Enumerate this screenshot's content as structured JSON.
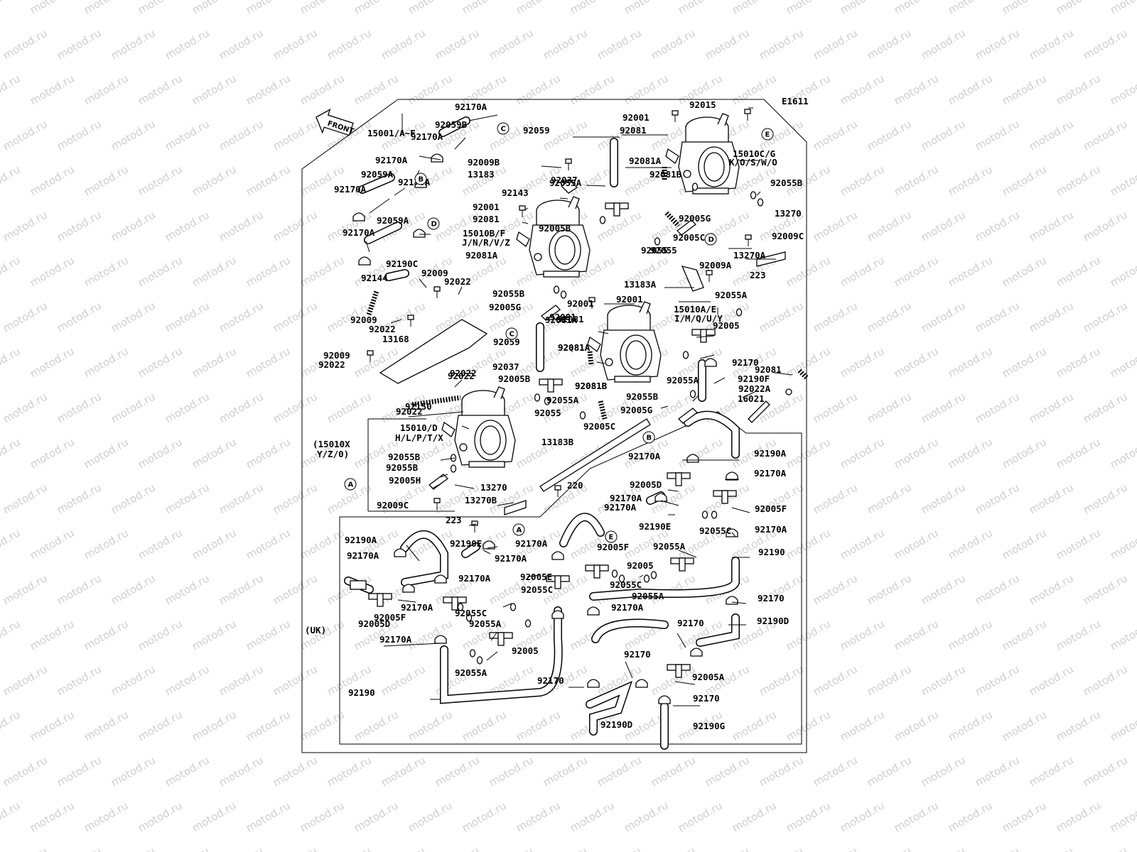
{
  "diagram": {
    "code": "E1611",
    "front_label": "FRONT",
    "watermark": "motod.ru",
    "group_labels": [
      "(15010X",
      "Y/Z/0)",
      "(UK)"
    ],
    "callouts": [
      "A",
      "B",
      "C",
      "D",
      "E"
    ],
    "part_labels": [
      "15001/A~F",
      "92170A",
      "92059B",
      "92170A",
      "92170A",
      "92059A",
      "92170A",
      "92170A",
      "92059A",
      "92170A",
      "92190C",
      "92144",
      "92009",
      "92022",
      "92009",
      "92022",
      "13168",
      "92009",
      "92022",
      "92022",
      "92022",
      "92150",
      "92022",
      "15010/D",
      "H/L/P/T/X",
      "92055B",
      "92055B",
      "92005H",
      "92009C",
      "13270",
      "13270B",
      "223",
      "92190A",
      "92170A",
      "92190E",
      "92170A",
      "92170A",
      "92170A",
      "92005E",
      "92055C",
      "92170A",
      "92005D",
      "92005F",
      "92055C",
      "92055A",
      "92005",
      "92170A",
      "92055A",
      "92190",
      "92009B",
      "13183",
      "92143",
      "92001",
      "92081",
      "15010B/F",
      "J/N/R/V/Z",
      "92081A",
      "92059",
      "92037",
      "92055A",
      "92005B",
      "92055B",
      "92005G",
      "92081A",
      "92055",
      "92001",
      "92081",
      "92059",
      "92001",
      "92081",
      "92081A",
      "92081A",
      "92081B",
      "92005G",
      "92005C",
      "92055",
      "15010C/G",
      "K/O/S/W/O",
      "92081B",
      "92055B",
      "13270",
      "92009C",
      "13270A",
      "223",
      "13183A",
      "92009A",
      "92001",
      "92055A",
      "15010A/E",
      "I/M/Q/U/Y",
      "92081",
      "92081A",
      "92037",
      "92005B",
      "92081B",
      "92055A",
      "92055",
      "92005C",
      "92055A",
      "92055B",
      "92005G",
      "13183B",
      "220",
      "92005",
      "92170",
      "92190F",
      "92081",
      "92022A",
      "16021",
      "92170A",
      "92190A",
      "92170A",
      "92005D",
      "92170A",
      "92170A",
      "92190E",
      "92005F",
      "92055C",
      "92170A",
      "92005F",
      "92055A",
      "92005",
      "92055C",
      "92055A",
      "92190",
      "92170A",
      "92170",
      "92190D",
      "92170",
      "92170",
      "92005A",
      "92170",
      "92190D",
      "92190G",
      "92170",
      "92015"
    ]
  }
}
